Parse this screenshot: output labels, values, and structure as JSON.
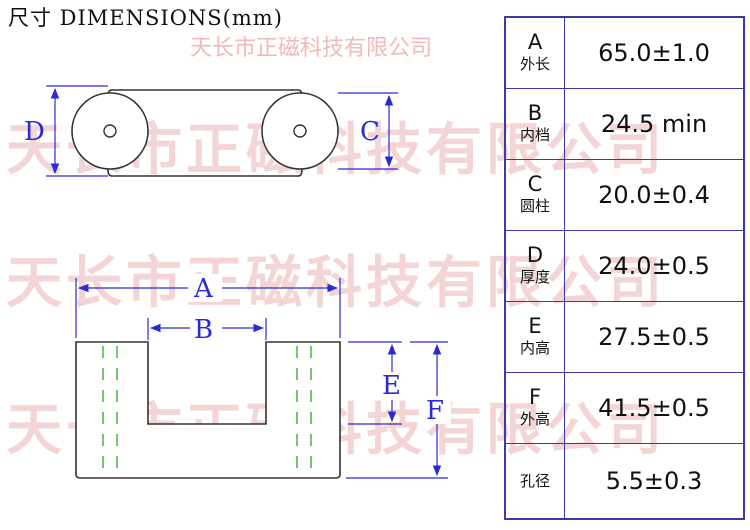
{
  "title": "尺寸 DIMENSIONS(mm)",
  "watermark": {
    "small": "天长市正磁科技有限公司",
    "big": "天长市正磁科技有限公司"
  },
  "dimension_labels": {
    "A": "A",
    "B": "B",
    "C": "C",
    "D": "D",
    "E": "E",
    "F": "F"
  },
  "specs": [
    {
      "letter": "A",
      "name": "外长",
      "value": "65.0±1.0"
    },
    {
      "letter": "B",
      "name": "内档",
      "value": "24.5 min"
    },
    {
      "letter": "C",
      "name": "圆柱",
      "value": "20.0±0.4"
    },
    {
      "letter": "D",
      "name": "厚度",
      "value": "24.0±0.5"
    },
    {
      "letter": "E",
      "name": "内高",
      "value": "27.5±0.5"
    },
    {
      "letter": "F",
      "name": "外高",
      "value": "41.5±0.5"
    },
    {
      "letter": "",
      "name": "孔径",
      "value": "5.5±0.3"
    }
  ],
  "colors": {
    "dimension": "#2a2ad6",
    "watermark": "#f0c8c8",
    "legs": "#2aa62a",
    "outline": "#333333"
  }
}
